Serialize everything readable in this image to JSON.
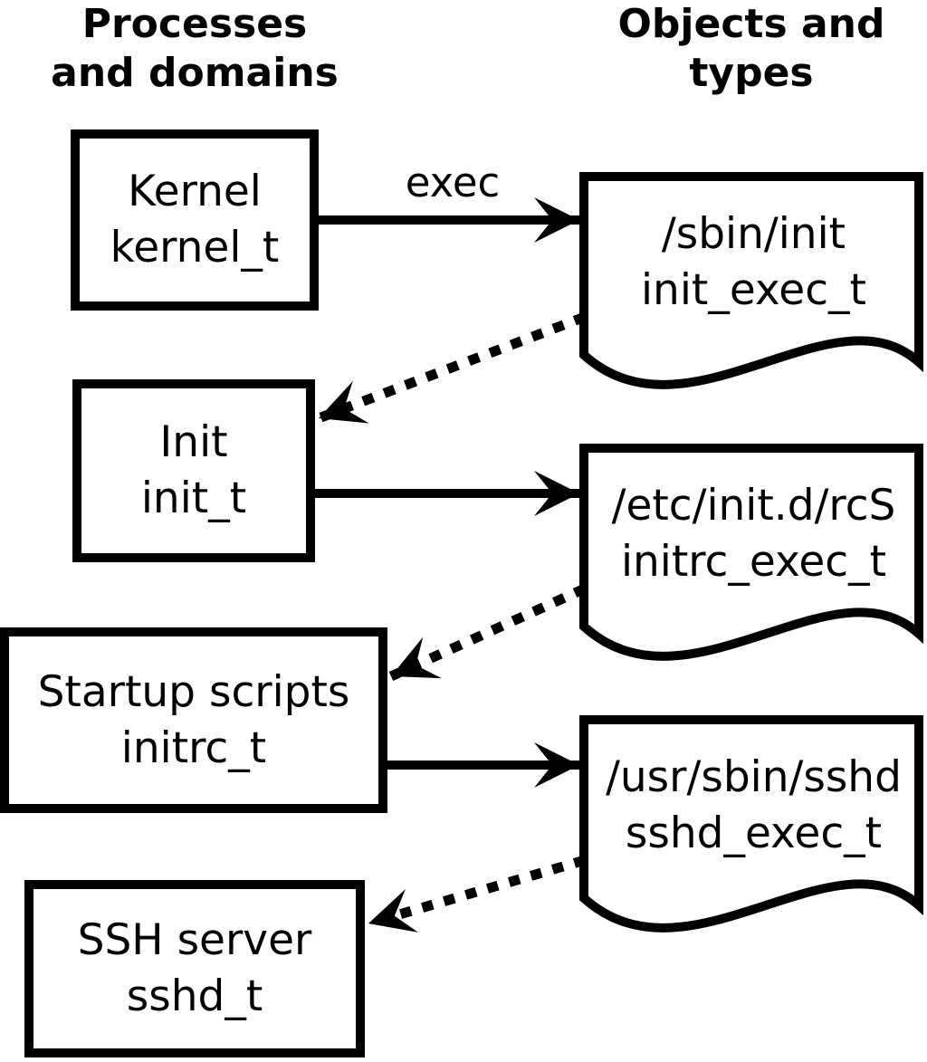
{
  "headers": {
    "processes": {
      "line1": "Processes",
      "line2": "and domains"
    },
    "objects": {
      "line1": "Objects and",
      "line2": "types"
    }
  },
  "domains": [
    {
      "name": "Kernel",
      "type": "kernel_t"
    },
    {
      "name": "Init",
      "type": "init_t"
    },
    {
      "name": "Startup scripts",
      "type": "initrc_t"
    },
    {
      "name": "SSH server",
      "type": "sshd_t"
    }
  ],
  "objects": [
    {
      "path": "/sbin/init",
      "type": "init_exec_t"
    },
    {
      "path": "/etc/init.d/rcS",
      "type": "initrc_exec_t"
    },
    {
      "path": "/usr/sbin/sshd",
      "type": "sshd_exec_t"
    }
  ],
  "edges": {
    "exec_label": "exec",
    "solid_exec": [
      {
        "from": "Kernel",
        "to": "/sbin/init",
        "label": "exec"
      },
      {
        "from": "Init",
        "to": "/etc/init.d/rcS",
        "label": ""
      },
      {
        "from": "Startup scripts",
        "to": "/usr/sbin/sshd",
        "label": ""
      }
    ],
    "dotted_transitions": [
      {
        "from": "/sbin/init",
        "to": "Init"
      },
      {
        "from": "/etc/init.d/rcS",
        "to": "Startup scripts"
      },
      {
        "from": "/usr/sbin/sshd",
        "to": "SSH server"
      }
    ]
  },
  "colors": {
    "ink": "#000000",
    "background": "#ffffff"
  }
}
